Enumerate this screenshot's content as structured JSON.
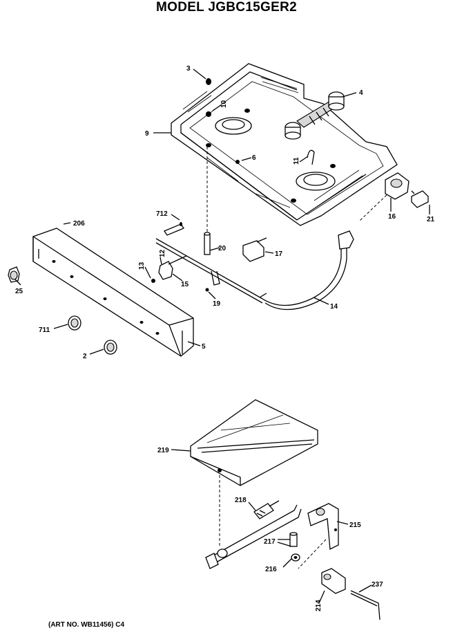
{
  "title": "MODEL JGBC15GER2",
  "art_number": "(ART NO. WB11456) C4",
  "callouts": {
    "c3": "3",
    "c4": "4",
    "c10": "10",
    "c9": "9",
    "c6": "6",
    "c11": "11",
    "c16": "16",
    "c21": "21",
    "c712": "712",
    "c206": "206",
    "c20": "20",
    "c17": "17",
    "c12": "12",
    "c13": "13",
    "c15": "15",
    "c19": "19",
    "c14": "14",
    "c25": "25",
    "c711": "711",
    "c2": "2",
    "c5": "5",
    "c219": "219",
    "c218": "218",
    "c215": "215",
    "c217": "217",
    "c216": "216",
    "c237": "237",
    "c214": "214"
  }
}
